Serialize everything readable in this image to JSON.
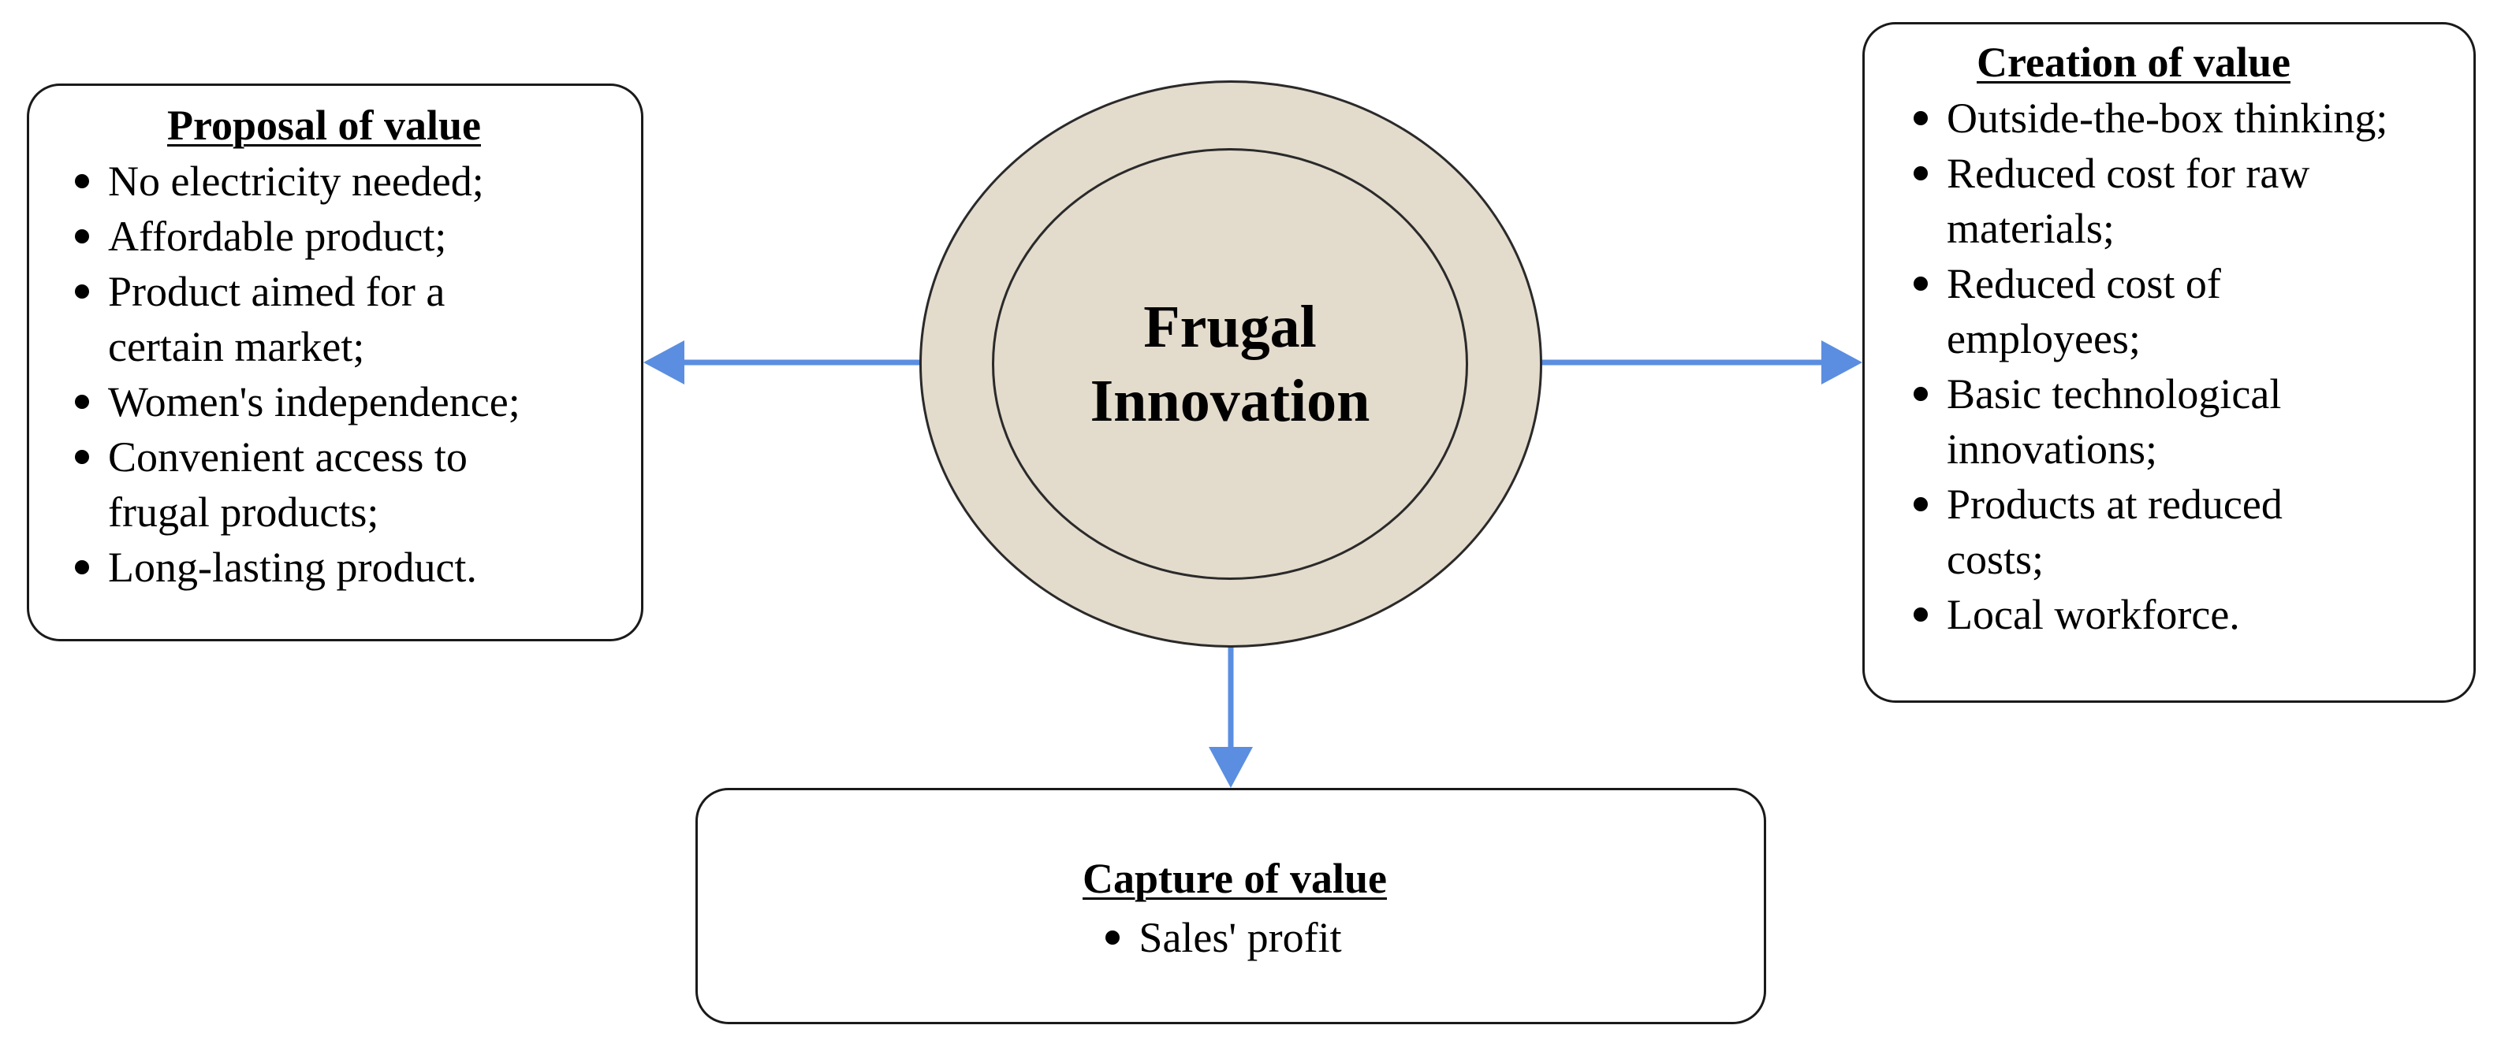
{
  "center": {
    "line1": "Frugal",
    "line2": "Innovation",
    "fill_color": "#e3dbcc"
  },
  "arrow_color": "#5b8ee0",
  "proposal": {
    "title": "Proposal of value",
    "items": [
      "No electricity needed;",
      "Affordable product;",
      "Product aimed for a\ncertain market;",
      "Women's independence;",
      "Convenient access to\nfrugal products;",
      "Long-lasting product."
    ]
  },
  "creation": {
    "title": "Creation of value",
    "items": [
      "Outside-the-box thinking;",
      "Reduced cost for raw\nmaterials;",
      "Reduced cost of\nemployees;",
      "Basic technological\ninnovations;",
      "Products at reduced\ncosts;",
      "Local workforce."
    ]
  },
  "capture": {
    "title": "Capture of value",
    "items": [
      "Sales' profit"
    ]
  }
}
